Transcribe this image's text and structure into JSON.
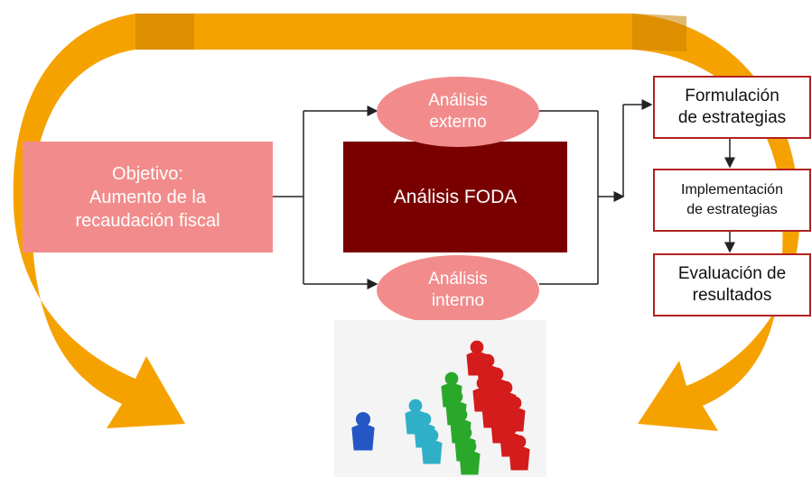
{
  "objective": {
    "line1": "Objetivo:",
    "line2": "Aumento de la",
    "line3": "recaudación fiscal"
  },
  "foda": {
    "label": "Análisis FODA"
  },
  "external": {
    "line1": "Análisis",
    "line2": "externo"
  },
  "internal": {
    "line1": "Análisis",
    "line2": "interno"
  },
  "steps": [
    {
      "line1": "Formulación",
      "line2": "de estrategias"
    },
    {
      "line1": "Implementación",
      "line2": "de estrategias"
    },
    {
      "line1": "Evaluación de",
      "line2": "resultados"
    }
  ],
  "colors": {
    "cycle_arrow": "#f5a200",
    "objective_fill": "#f28c8c",
    "foda_fill": "#7a0000",
    "box_border": "#b22222",
    "people": [
      "#2457c5",
      "#2fb0c8",
      "#2aa82a",
      "#d41c1c"
    ]
  },
  "icons": {
    "cycle": "orange-cycle-arrow-icon",
    "people": "people-groups-icon"
  }
}
